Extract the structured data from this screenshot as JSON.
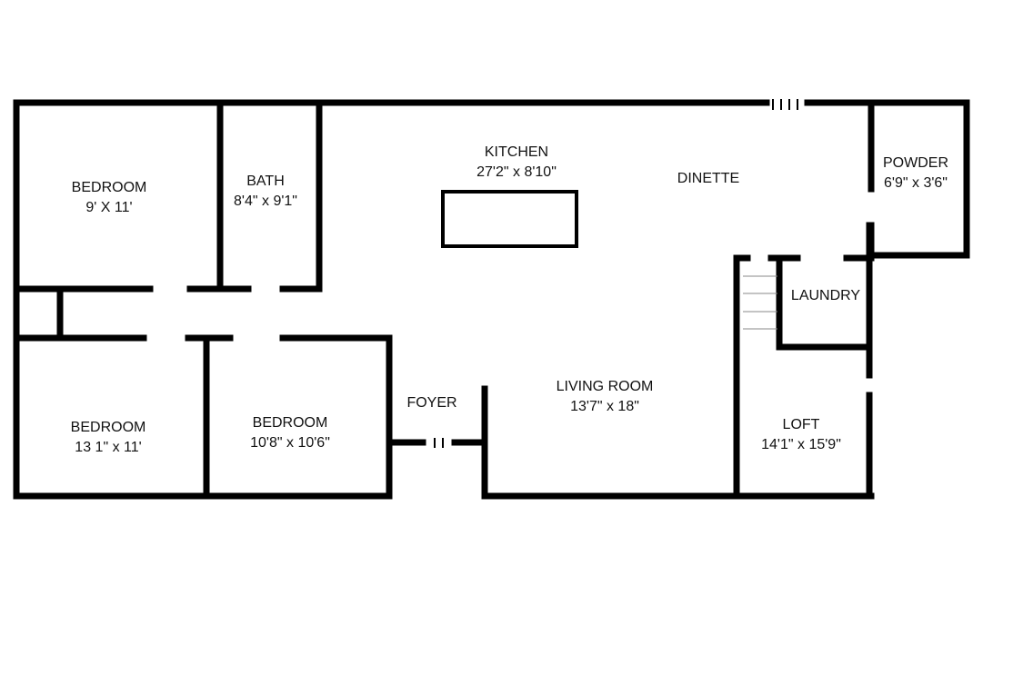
{
  "plan": {
    "line_color": "#000000",
    "background": "#ffffff",
    "rooms": {
      "bedroom_top_left": {
        "name": "BEDROOM",
        "size": "9' X 11'"
      },
      "bath": {
        "name": "BATH",
        "size": "8'4\" x 9'1\""
      },
      "kitchen": {
        "name": "KITCHEN",
        "size": "27'2\" x 8'10\""
      },
      "dinette": {
        "name": "DINETTE"
      },
      "powder": {
        "name": "POWDER",
        "size": "6'9\" x 3'6\""
      },
      "laundry": {
        "name": "LAUNDRY"
      },
      "bedroom_bottom_left": {
        "name": "BEDROOM",
        "size": "13 1\" x 11'"
      },
      "bedroom_middle": {
        "name": "BEDROOM",
        "size": "10'8\" x 10'6\""
      },
      "foyer": {
        "name": "FOYER"
      },
      "living_room": {
        "name": "LIVING ROOM",
        "size": "13'7\" x 18\""
      },
      "loft": {
        "name": "LOFT",
        "size": "14'1\" x 15'9\""
      }
    }
  }
}
